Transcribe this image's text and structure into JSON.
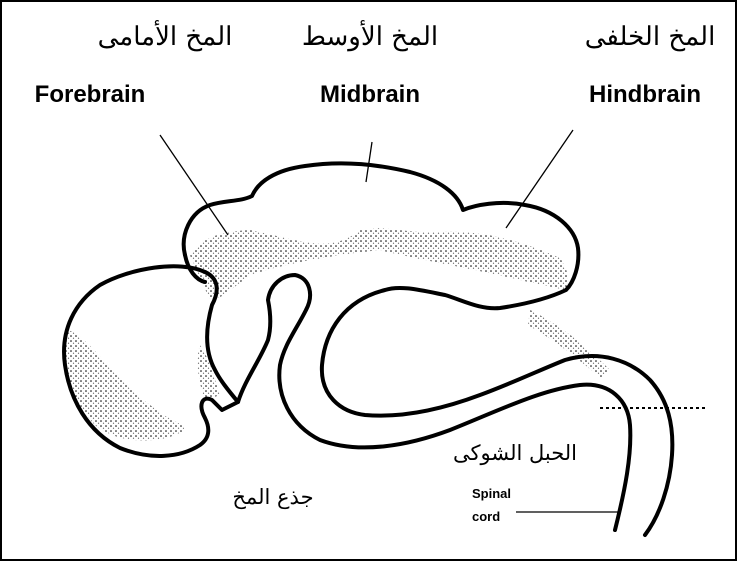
{
  "labels": {
    "forebrain_ar": "المخ الأمامى",
    "forebrain_en": "Forebrain",
    "midbrain_ar": "المخ الأوسط",
    "midbrain_en": "Midbrain",
    "hindbrain_ar": "المخ الخلفى",
    "hindbrain_en": "Hindbrain",
    "spinal_cord_ar": "الحبل الشوكى",
    "spinal_cord_en_line1": "Spinal",
    "spinal_cord_en_line2": "cord",
    "brainstem_ar": "جذع المخ"
  }
}
